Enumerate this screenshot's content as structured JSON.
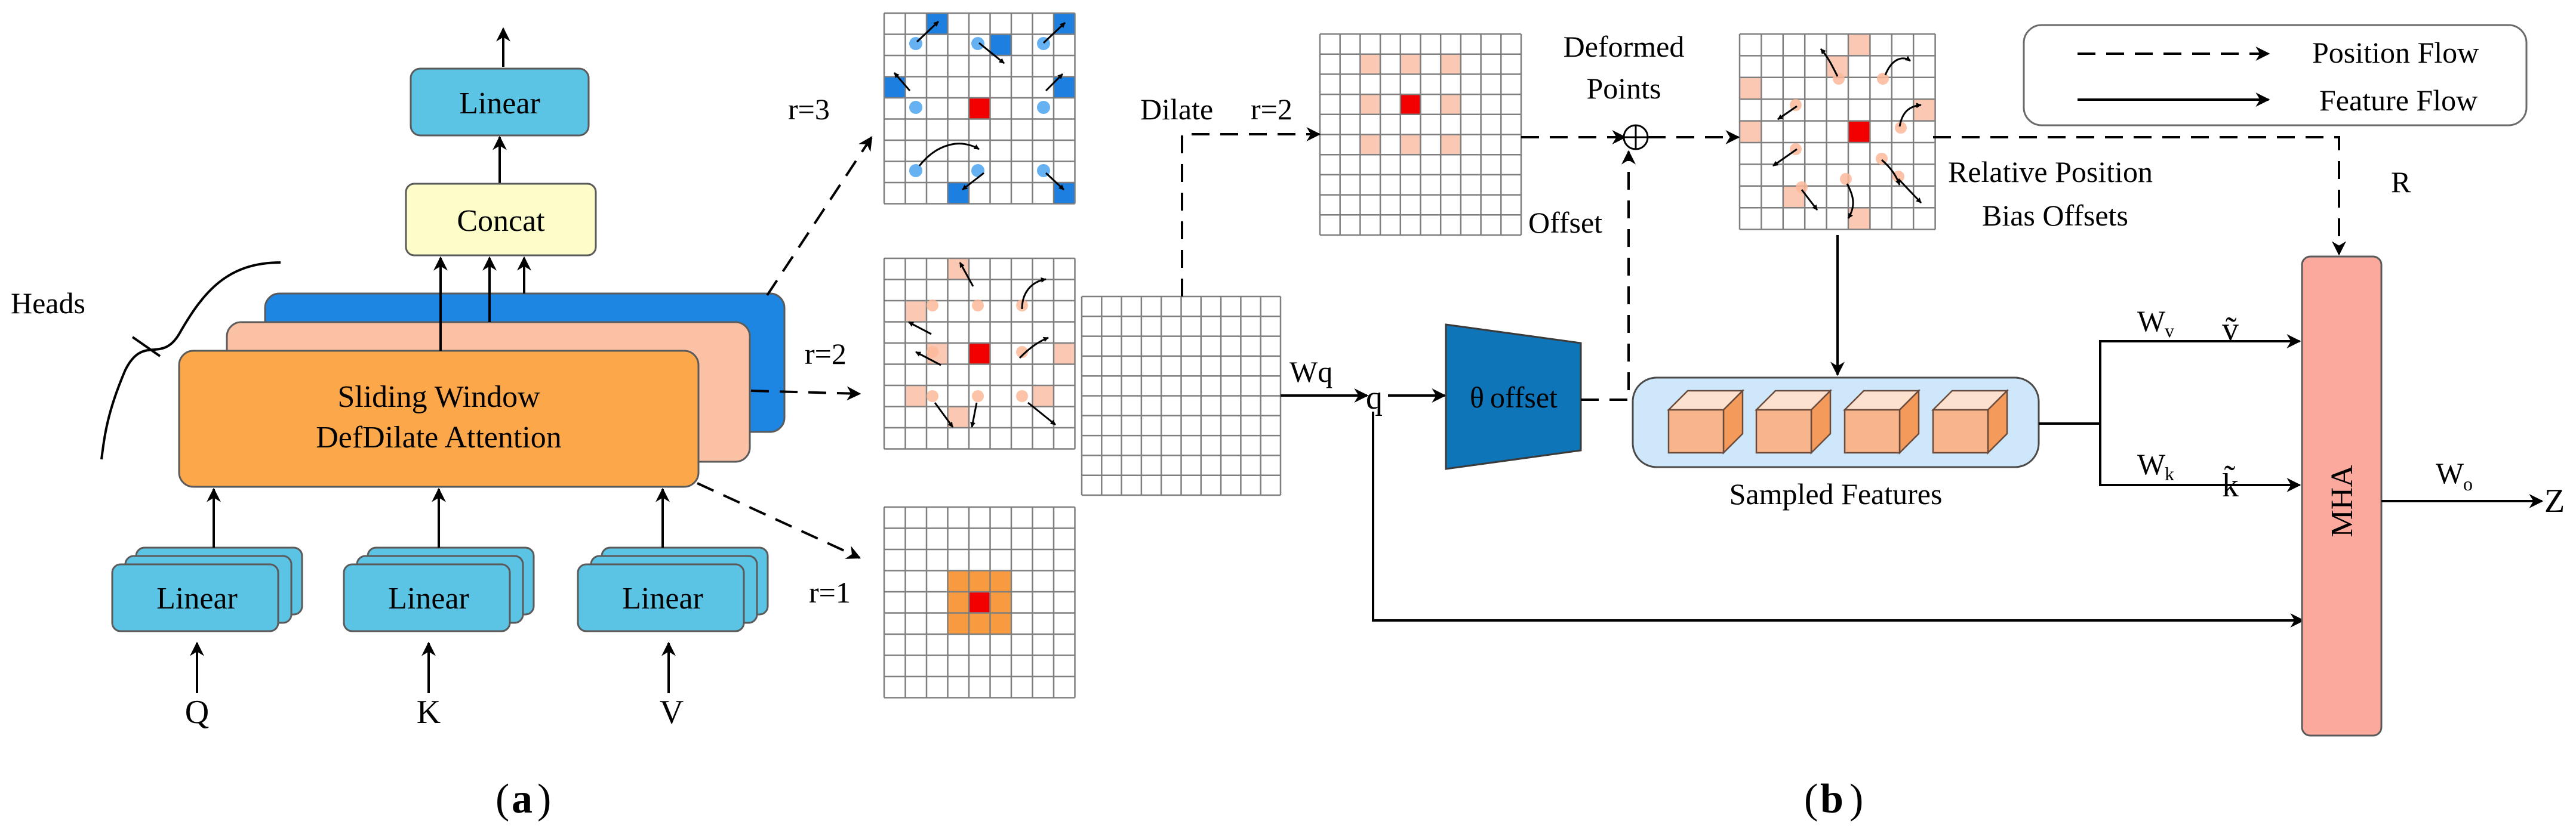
{
  "colors": {
    "linear": "#5bc3e4",
    "concat": "#fdfdc9",
    "attention": "#fca84a",
    "head_pink": "#fbc1a4",
    "head_blue": "#1d85e2",
    "offset_net": "#0e75b8",
    "mha": "#fba89d",
    "sampled_bg": "#cfe7fb",
    "center_red": "#f20000",
    "dilate_pink": "#fbc9b3",
    "r3_blue": "#1d7fe0",
    "r1_orange": "#f89a3f"
  },
  "panel_a": {
    "caption_open": "(",
    "caption_letter": "a",
    "caption_close": ")",
    "heads_label": "Heads",
    "linear_top": "Linear",
    "concat": "Concat",
    "attention_line1": "Sliding Window",
    "attention_line2": "DefDilate Attention",
    "linear_q": "Linear",
    "linear_k": "Linear",
    "linear_v": "Linear",
    "input_q": "Q",
    "input_k": "K",
    "input_v": "V",
    "r3": "r=3",
    "r2": "r=2",
    "r1": "r=1"
  },
  "panel_b": {
    "caption_open": "(",
    "caption_letter": "b",
    "caption_close": ")",
    "dilate": "Dilate",
    "dilate_r": "r=2",
    "deformed_line1": "Deformed",
    "deformed_line2": "Points",
    "offset": "Offset",
    "wq": "Wq",
    "q": "q",
    "offset_theta": "θ",
    "offset_word": "offset",
    "sampled_features": "Sampled Features",
    "relative_line1": "Relative Position",
    "relative_line2": "Bias Offsets",
    "r_label": "R",
    "wv_main": "W",
    "wv_sub": "v",
    "v_tilde": "ṽ",
    "wk_main": "W",
    "wk_sub": "k",
    "k_tilde": "k̃",
    "wo_main": "W",
    "wo_sub": "o",
    "z": "Z",
    "mha": "MHA"
  },
  "legend": {
    "position_flow": "Position Flow",
    "feature_flow": "Feature Flow"
  }
}
